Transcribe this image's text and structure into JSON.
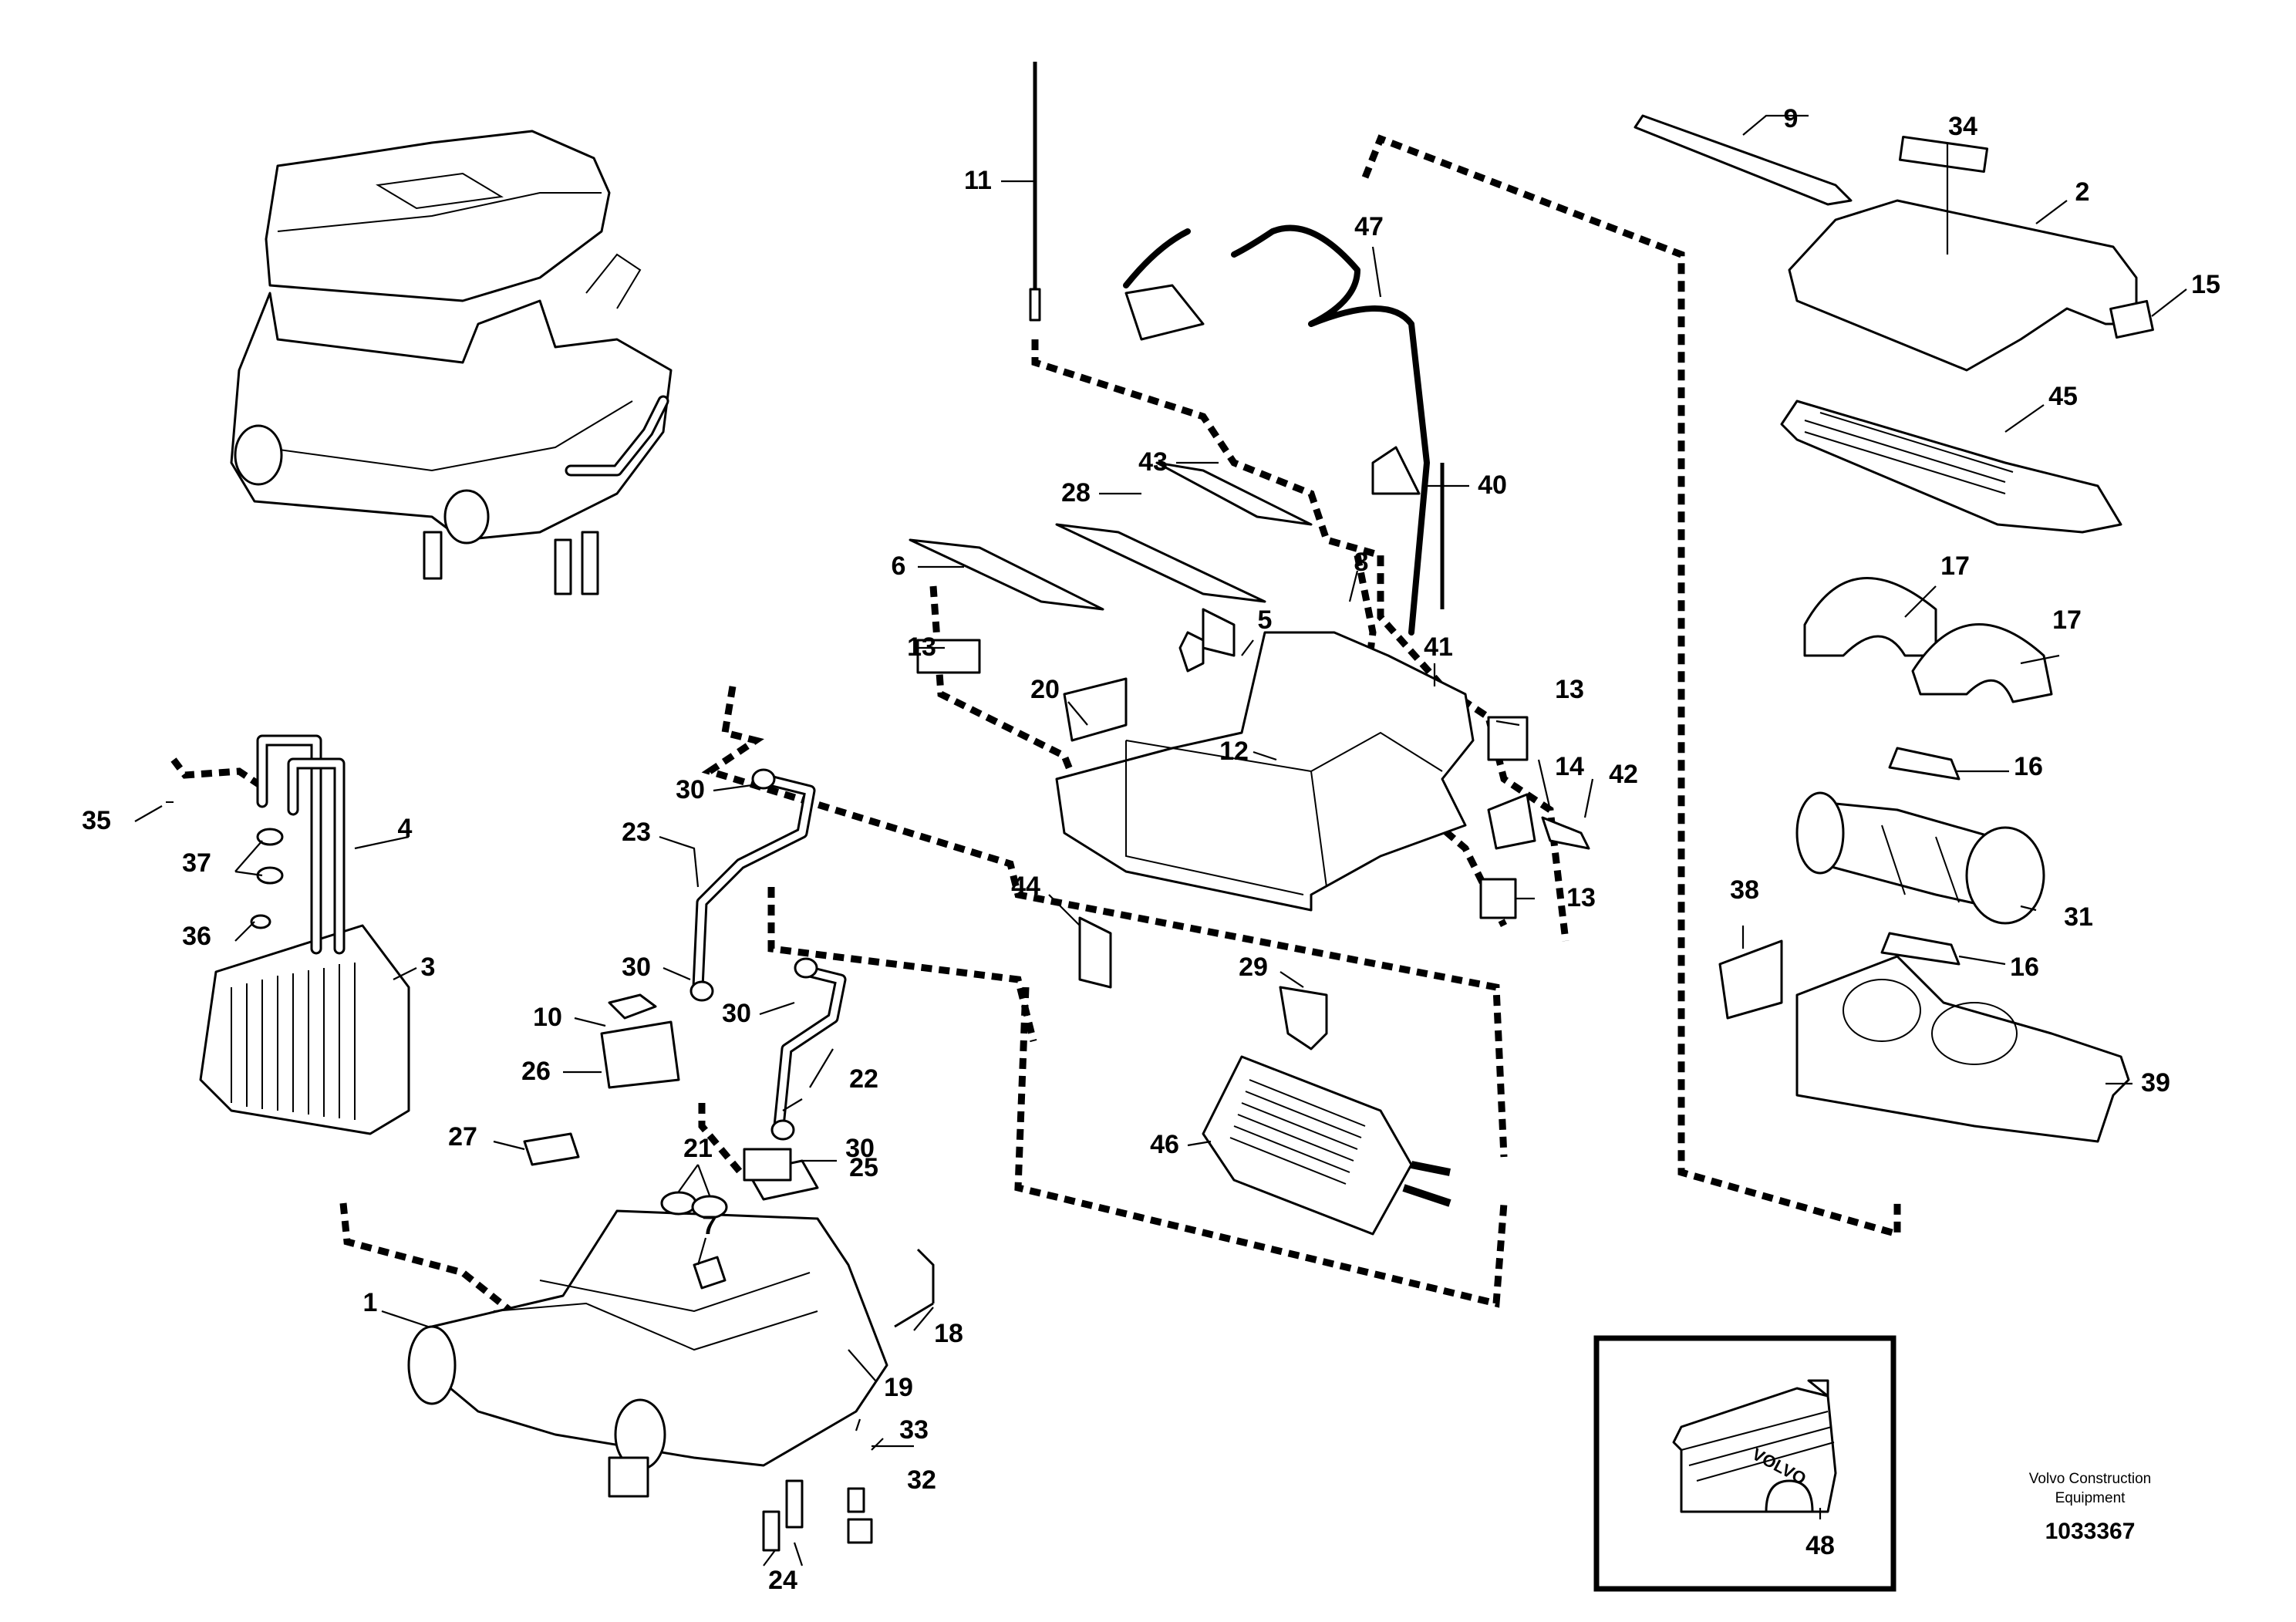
{
  "callouts": [
    {
      "id": "c1",
      "label": "1"
    },
    {
      "id": "c2",
      "label": "2"
    },
    {
      "id": "c3",
      "label": "3"
    },
    {
      "id": "c4",
      "label": "4"
    },
    {
      "id": "c5",
      "label": "5"
    },
    {
      "id": "c6",
      "label": "6"
    },
    {
      "id": "c7",
      "label": "7"
    },
    {
      "id": "c8",
      "label": "8"
    },
    {
      "id": "c9",
      "label": "9"
    },
    {
      "id": "c10",
      "label": "10"
    },
    {
      "id": "c11",
      "label": "11"
    },
    {
      "id": "c12",
      "label": "12"
    },
    {
      "id": "c13a",
      "label": "13"
    },
    {
      "id": "c13b",
      "label": "13"
    },
    {
      "id": "c13c",
      "label": "13"
    },
    {
      "id": "c14",
      "label": "14"
    },
    {
      "id": "c15",
      "label": "15"
    },
    {
      "id": "c16a",
      "label": "16"
    },
    {
      "id": "c16b",
      "label": "16"
    },
    {
      "id": "c17a",
      "label": "17"
    },
    {
      "id": "c17b",
      "label": "17"
    },
    {
      "id": "c18",
      "label": "18"
    },
    {
      "id": "c19",
      "label": "19"
    },
    {
      "id": "c20",
      "label": "20"
    },
    {
      "id": "c21",
      "label": "21"
    },
    {
      "id": "c22",
      "label": "22"
    },
    {
      "id": "c23",
      "label": "23"
    },
    {
      "id": "c24",
      "label": "24"
    },
    {
      "id": "c25",
      "label": "25"
    },
    {
      "id": "c26",
      "label": "26"
    },
    {
      "id": "c27",
      "label": "27"
    },
    {
      "id": "c28",
      "label": "28"
    },
    {
      "id": "c29",
      "label": "29"
    },
    {
      "id": "c30a",
      "label": "30"
    },
    {
      "id": "c30b",
      "label": "30"
    },
    {
      "id": "c30c",
      "label": "30"
    },
    {
      "id": "c30d",
      "label": "30"
    },
    {
      "id": "c31",
      "label": "31"
    },
    {
      "id": "c32",
      "label": "32"
    },
    {
      "id": "c33",
      "label": "33"
    },
    {
      "id": "c34",
      "label": "34"
    },
    {
      "id": "c35",
      "label": "35"
    },
    {
      "id": "c36",
      "label": "36"
    },
    {
      "id": "c37",
      "label": "37"
    },
    {
      "id": "c38",
      "label": "38"
    },
    {
      "id": "c39",
      "label": "39"
    },
    {
      "id": "c40",
      "label": "40"
    },
    {
      "id": "c41",
      "label": "41"
    },
    {
      "id": "c42",
      "label": "42"
    },
    {
      "id": "c43",
      "label": "43"
    },
    {
      "id": "c44",
      "label": "44"
    },
    {
      "id": "c45",
      "label": "45"
    },
    {
      "id": "c46",
      "label": "46"
    },
    {
      "id": "c47",
      "label": "47"
    },
    {
      "id": "c48",
      "label": "48"
    }
  ],
  "credit": {
    "line1": "Volvo Construction",
    "line2": "Equipment",
    "reference": "1033367"
  },
  "inset_badge_text": "VOLVO"
}
